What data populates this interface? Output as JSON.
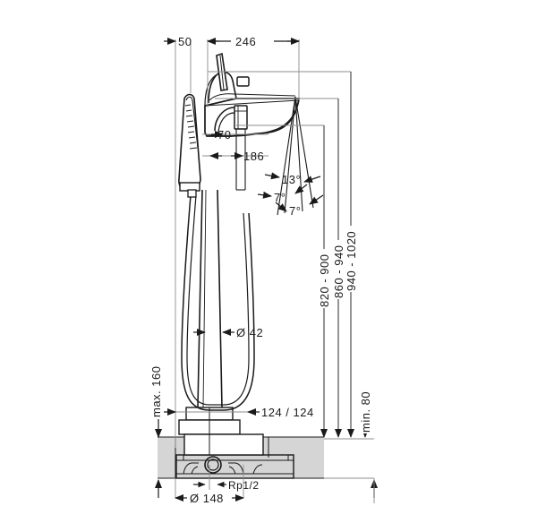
{
  "drawing": {
    "title": "Freestanding bath mixer dimension drawing",
    "line_color": "#1a1a1a",
    "dim_color": "#4d4d4d",
    "floor_fill": "#d5d5d5",
    "background": "#ffffff"
  },
  "dimensions": {
    "top_left_offset": "50",
    "spout_reach": "246",
    "handshower_offset": "70",
    "handshower_height": "186",
    "hose_diameter": "Ø 42",
    "spout_angle_main": "13°",
    "spout_angle_upper": "7°",
    "spout_angle_lower": "7°",
    "height_820_900": "820 - 900",
    "height_860_940": "860 - 940",
    "height_940_1020": "940 - 1020",
    "min_80": "min. 80",
    "max_160": "max. 160",
    "base_offsets": "124 / 124",
    "thread": "Rp1/2",
    "base_diameter": "Ø 148"
  }
}
